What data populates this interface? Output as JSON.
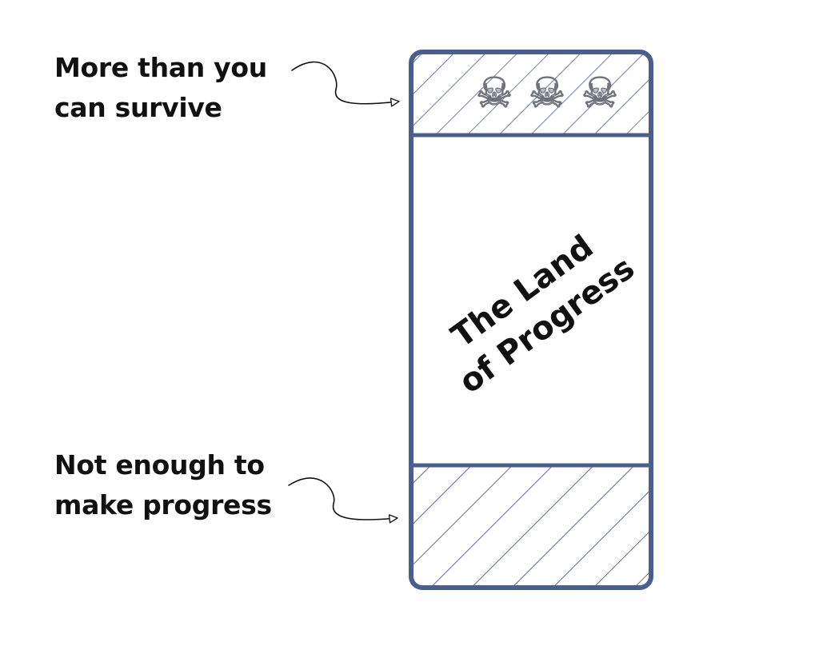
{
  "annotations": {
    "top": {
      "lines": [
        "More than you",
        "can survive"
      ]
    },
    "bottom": {
      "lines": [
        "Not enough to",
        "make progress"
      ]
    }
  },
  "zones": {
    "middle": {
      "lines": [
        "The Land",
        "of Progress"
      ]
    },
    "top": {
      "icons": [
        "skull-and-crossbones-icon",
        "skull-and-crossbones-icon",
        "skull-and-crossbones-icon"
      ],
      "icon_glyph": "☠"
    }
  },
  "colors": {
    "outline": "#4b5f8f",
    "hatch": "#4b5f8f",
    "text": "#111111",
    "arrow": "#111111"
  }
}
